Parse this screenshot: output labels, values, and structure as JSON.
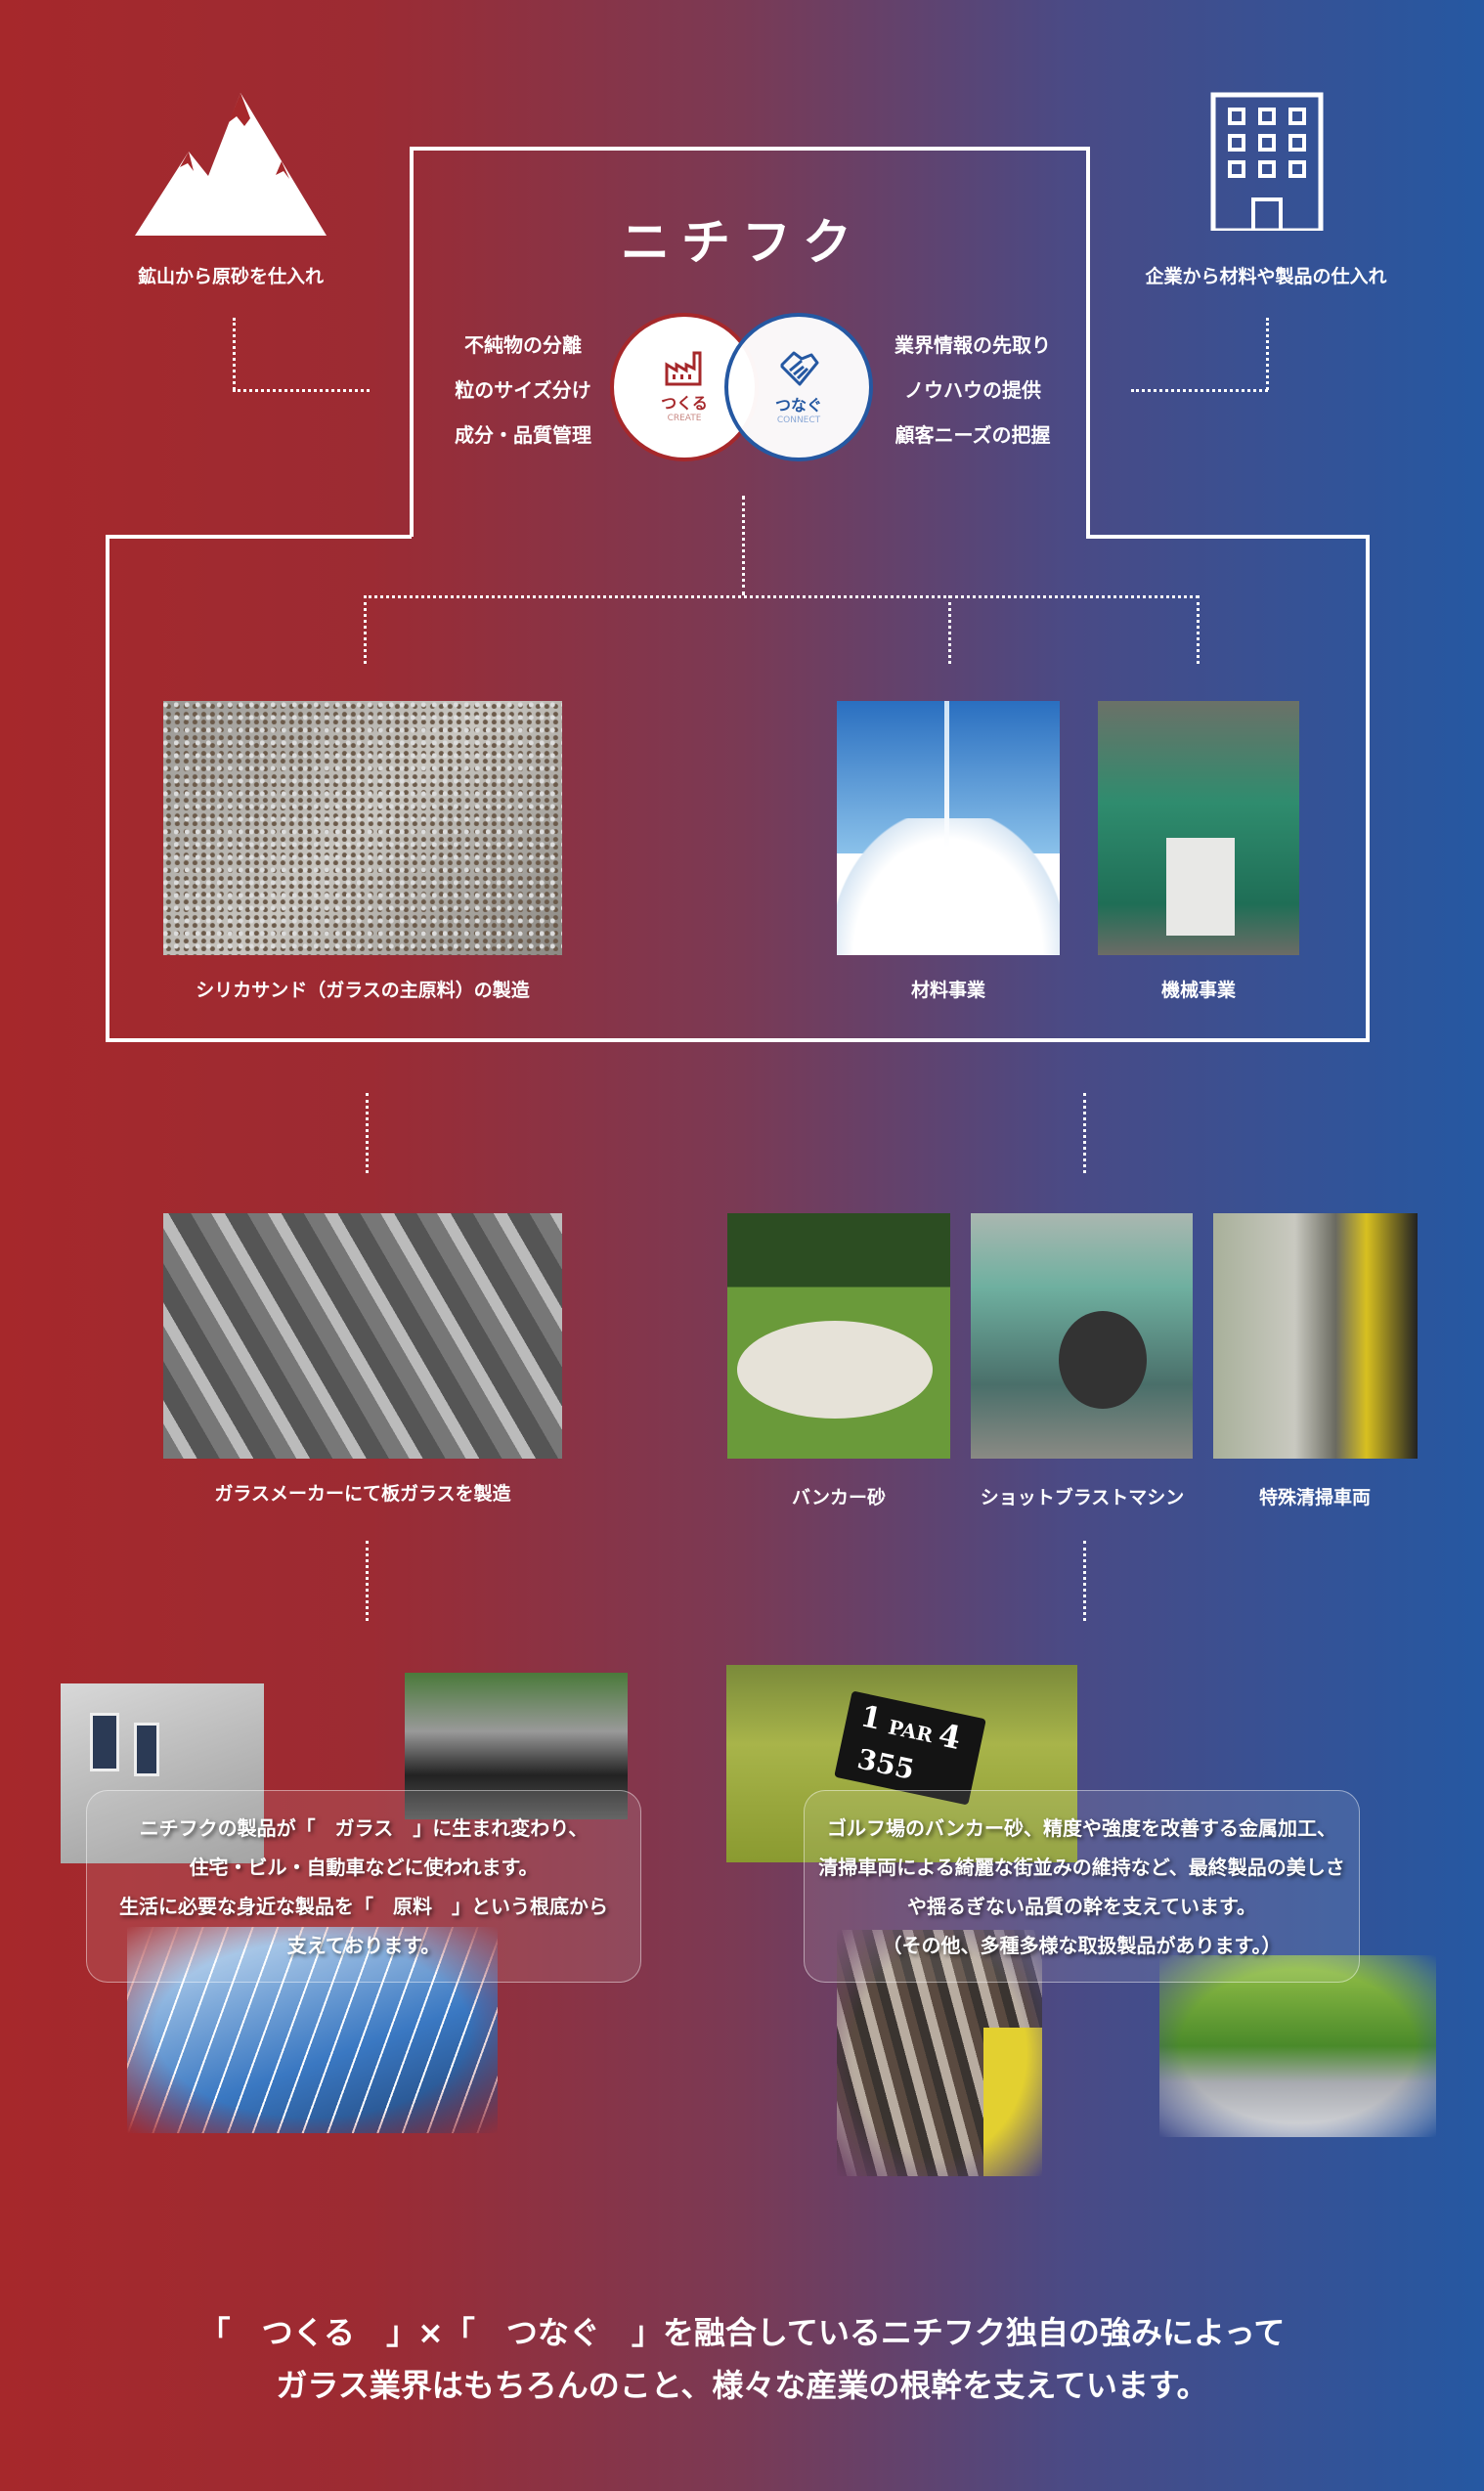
{
  "sources": {
    "mine_label": "鉱山から原砂を仕入れ",
    "company_label": "企業から材料や製品の仕入れ"
  },
  "core": {
    "title": "ニチフク",
    "create_features": [
      "不純物の分離",
      "粒のサイズ分け",
      "成分・品質管理"
    ],
    "connect_features": [
      "業界情報の先取り",
      "ノウハウの提供",
      "顧客ニーズの把握"
    ],
    "create": {
      "jp": "つくる",
      "en": "CREATE",
      "color": "#a6282b"
    },
    "connect": {
      "jp": "つなぐ",
      "en": "CONNECT",
      "color": "#2558a2"
    }
  },
  "businesses": [
    {
      "label": "シリカサンド（ガラスの主原料）の製造"
    },
    {
      "label": "材料事業"
    },
    {
      "label": "機械事業"
    }
  ],
  "applications": [
    {
      "label": "ガラスメーカーにて板ガラスを製造"
    },
    {
      "label": "バンカー砂"
    },
    {
      "label": "ショットブラストマシン"
    },
    {
      "label": "特殊清掃車両"
    }
  ],
  "golf_sign": {
    "hole": "1",
    "par": "PAR",
    "par_num": "4",
    "yards": "355"
  },
  "left_summary": [
    "ニチフクの製品が「　ガラス　」に生まれ変わり、",
    "住宅・ビル・自動車などに使われます。",
    "生活に必要な身近な製品を「　原料　」という根底から",
    "支えております。"
  ],
  "right_summary": [
    "ゴルフ場のバンカー砂、精度や強度を改善する金属加工、",
    "清掃車両による綺麗な街並みの維持など、最終製品の美しさ",
    "や揺るぎない品質の幹を支えています。",
    "（その他、多種多様な取扱製品があります。）"
  ],
  "closing": [
    "「　つくる　」×「　つなぐ　」を融合しているニチフク独自の強みによって",
    "ガラス業界はもちろんのこと、様々な産業の根幹を支えています。"
  ]
}
